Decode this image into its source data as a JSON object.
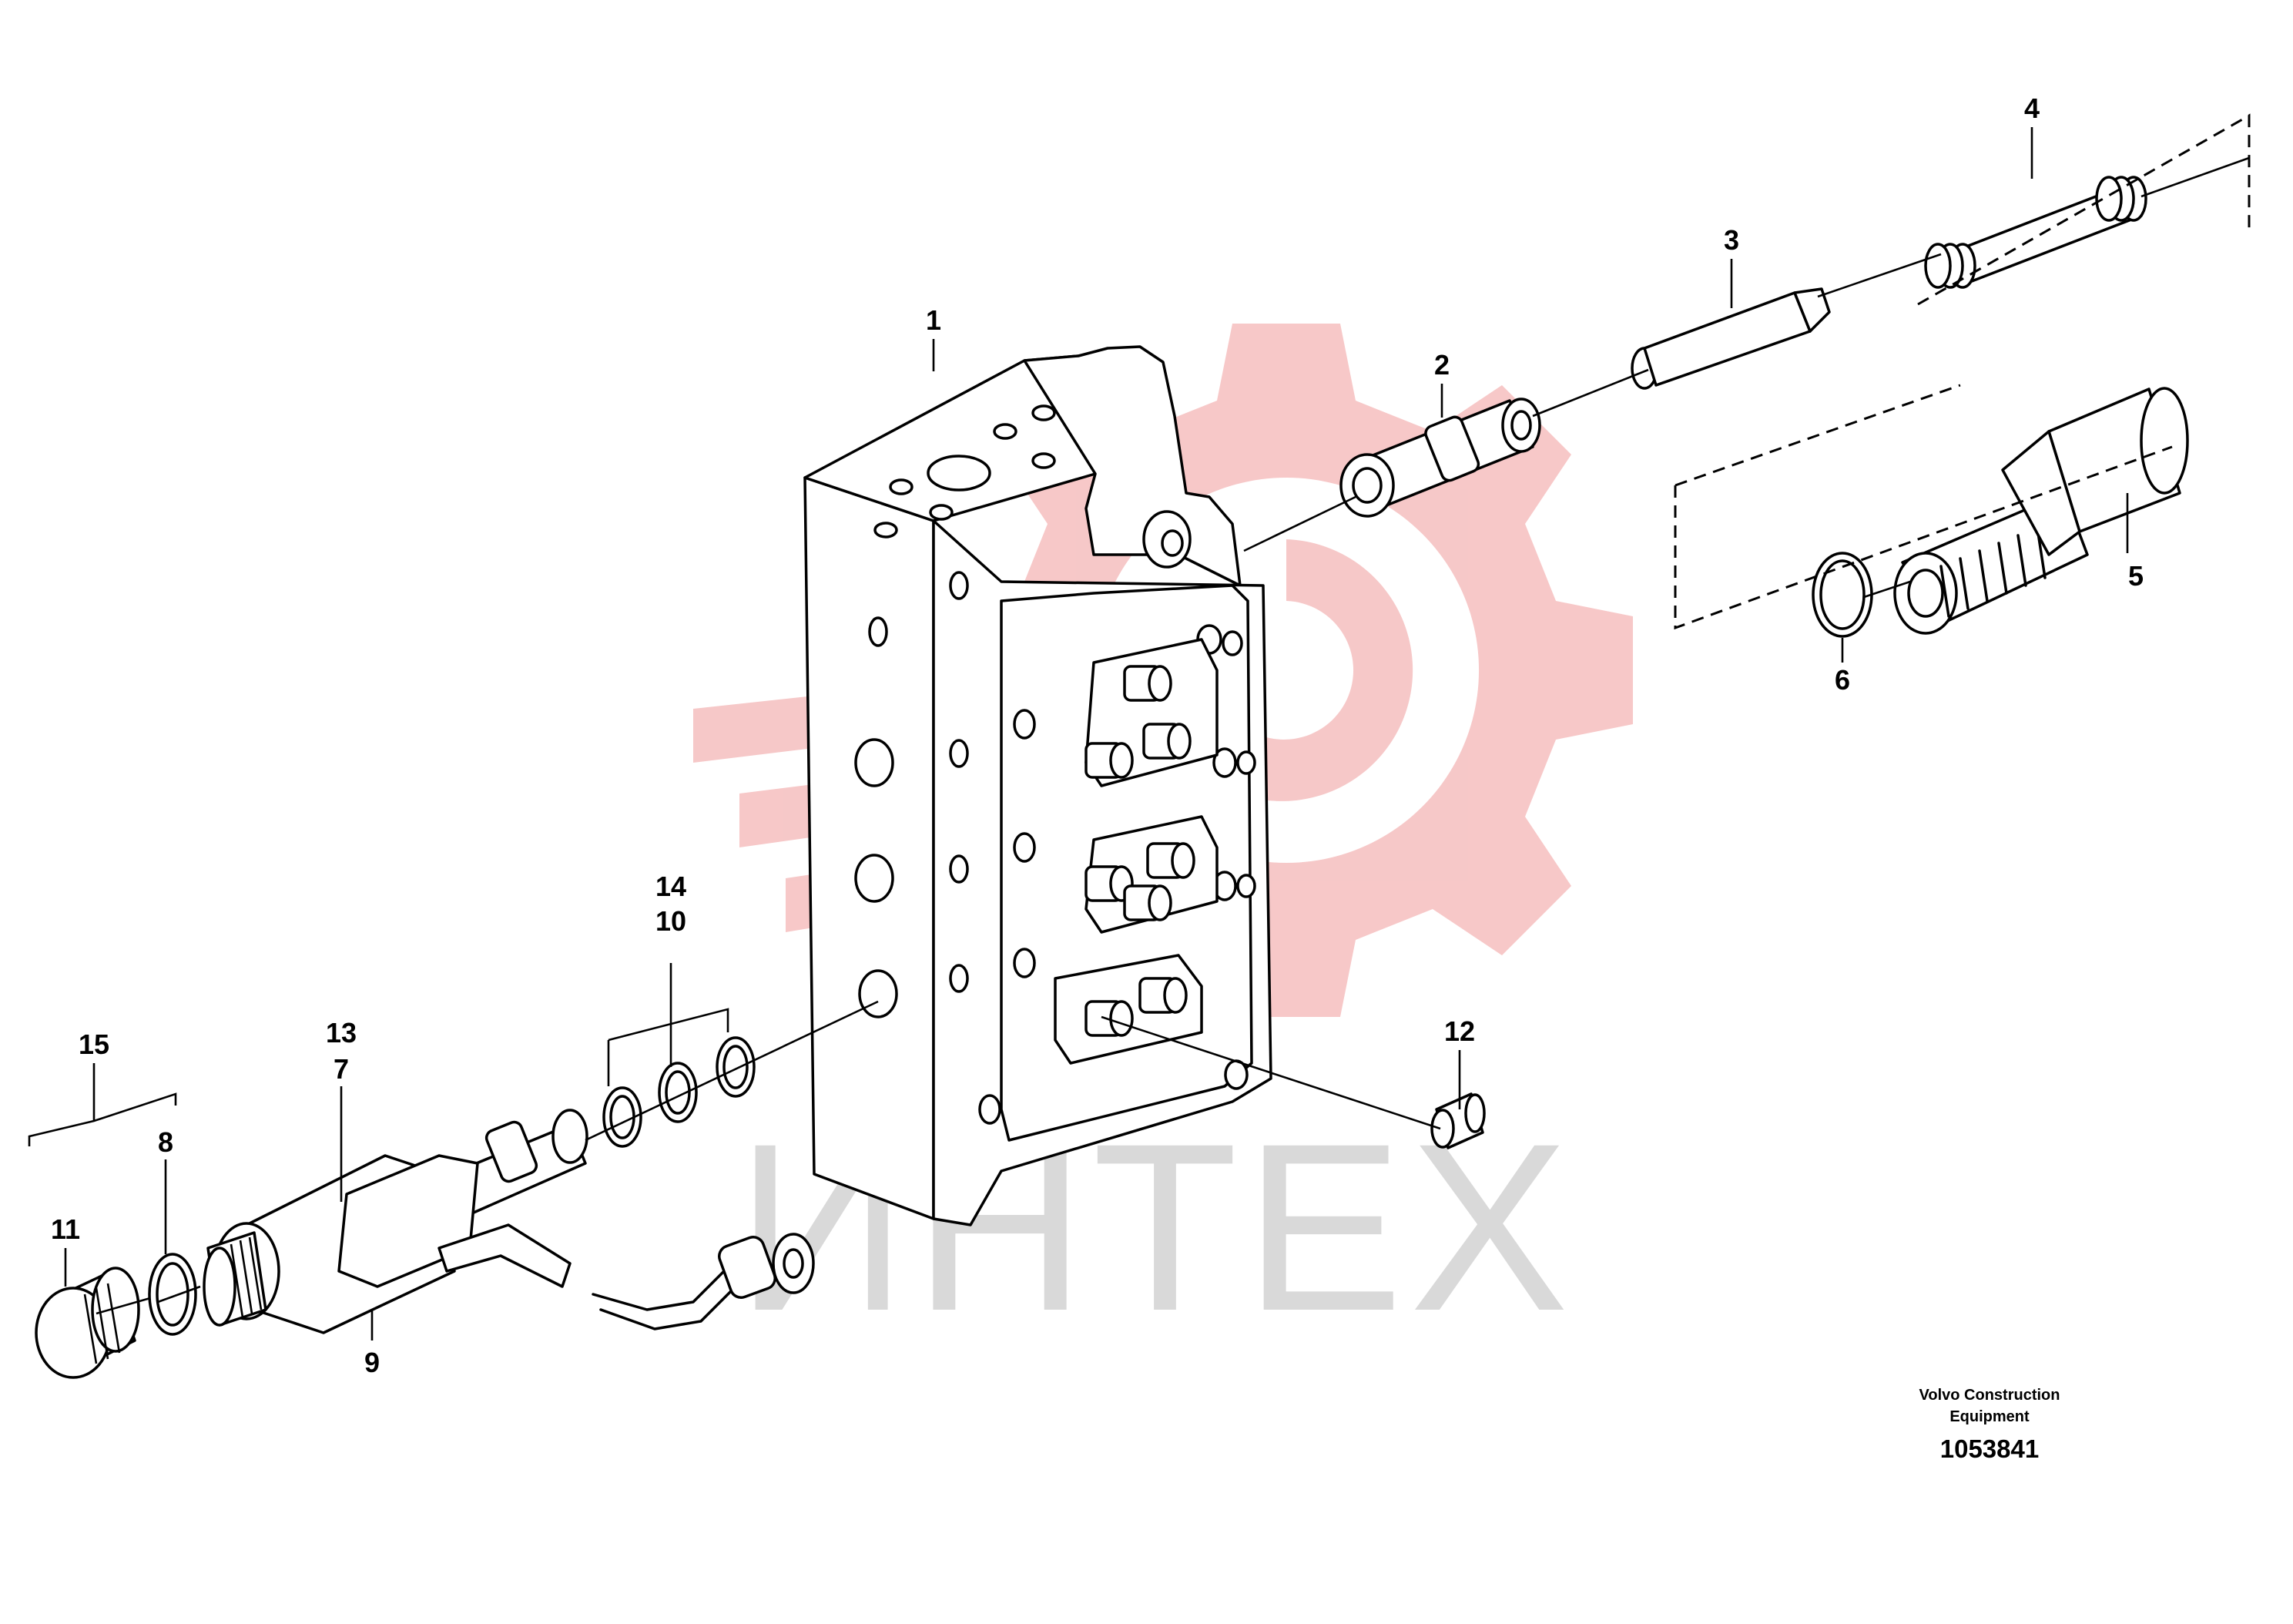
{
  "diagram": {
    "callouts": {
      "c1": "1",
      "c2": "2",
      "c3": "3",
      "c4": "4",
      "c5": "5",
      "c6": "6",
      "c7": "7",
      "c8": "8",
      "c9": "9",
      "c10": "10",
      "c11": "11",
      "c12": "12",
      "c13": "13",
      "c14": "14",
      "c15": "15"
    },
    "credit_line1": "Volvo Construction",
    "credit_line2": "Equipment",
    "drawing_number": "1053841"
  },
  "watermark": {
    "text": "ИНТЕХ",
    "logo_color": "#f4b6b6",
    "text_color": "#d9d9d9"
  },
  "colors": {
    "line": "#000000",
    "background": "#ffffff"
  }
}
